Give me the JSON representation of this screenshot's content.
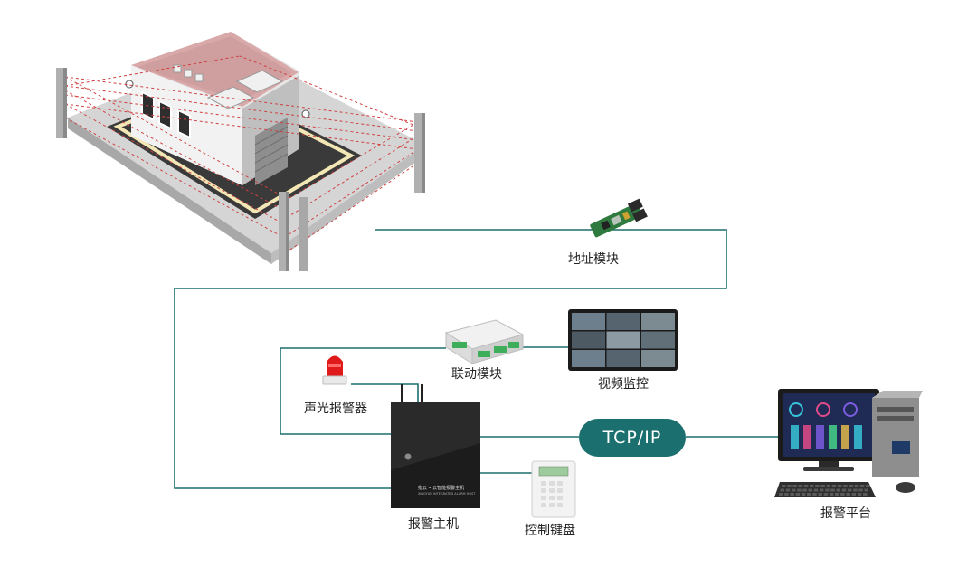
{
  "labels": {
    "address_module": "地址模块",
    "linkage_module": "联动模块",
    "video_monitor": "视频监控",
    "strobe_siren": "声光报警器",
    "alarm_host": "报警主机",
    "control_keypad": "控制键盘",
    "alarm_platform": "报警平台",
    "network": "TCP/IP"
  },
  "alarm_host_brand": "指云 • 云智能报警主机",
  "alarm_host_model": "XINGYUN INTEGRATED ALARM HOST",
  "colors": {
    "line": "#1c6f6f",
    "network_pill": "#1c6f6f",
    "beam": "#d04040",
    "host_body": "#1c1c1c",
    "siren": "#e01a1a"
  }
}
